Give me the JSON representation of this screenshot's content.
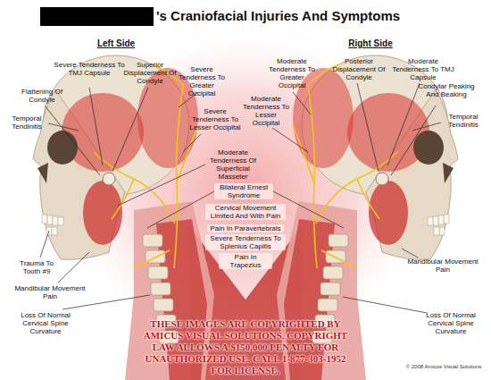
{
  "diagram": {
    "title": "'s Craniofacial Injuries And Symptoms",
    "labels": [
      "Left Side",
      "Right Side",
      "Severe Tenderness To TMJ Capsule",
      "Superior Displacement Of Condyle",
      "Severe Tenderness To Greater Occipital",
      "Flattening Of Condyle",
      "Temporal Tendinitis",
      "Severe Tenderness To Lesser Occipital",
      "Moderate Tenderness Of Superficial Masseter",
      "Trauma To Tooth #9",
      "Mandibular Movement Pain",
      "Loss Of Normal Cervical Spine Curvature",
      "Bilateral Ernest Syndrome",
      "Cervical Movement Limited And With Pain",
      "Pain In Paravertebrals",
      "Severe Tenderness To Splenius Capitis",
      "Pain In Trapezius",
      "Moderate Tenderness To Greater Occipital",
      "Posterior Displacement Of Condyle",
      "Moderate Tenderness To TMJ Capsule",
      "Moderate Tenderness To Lesser Occipital",
      "Condylar Peaking And Beaking",
      "Temporal Tendinitis",
      "Mandibular Movement Pain",
      "Loss Of Normal Cervical Spine Curvature",
      "THESE IMAGES ARE COPYRIGHTED BY AMICUS VISUAL SOLUTIONS. COPYRIGHT LAW ALLOWS A $150,000 PENALTY FOR UNAUTHORIZED USE. CALL 1-877-303-1952 FOR LICENSE.",
      "© 2008 Amicus Visual Solutions"
    ]
  }
}
